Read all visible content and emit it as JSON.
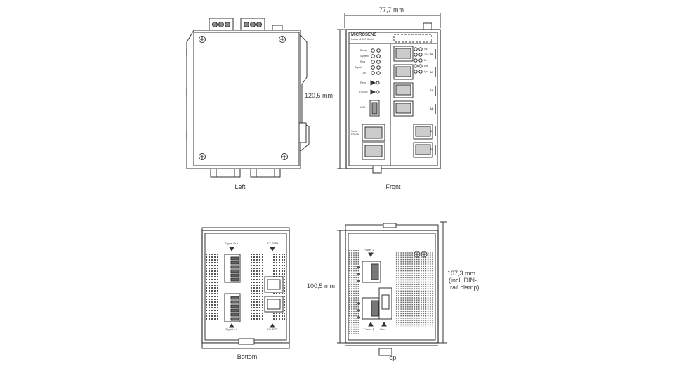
{
  "captions": {
    "left": "Left",
    "front": "Front",
    "bottom": "Bottom",
    "top": "Top"
  },
  "dimensions": {
    "front_width": "77,7 mm",
    "front_height": "120,5 mm",
    "top_depth": "100,5 mm",
    "top_depth_with_clamp_line1": "107,3 mm",
    "top_depth_with_clamp_line2": "(incl. DIN-",
    "top_depth_with_clamp_line3": "rail clamp)"
  },
  "front_panel": {
    "brand": "MICROSENS",
    "model": "Industrial 10G Switch",
    "leds_left": [
      "Power",
      "System",
      "Ring",
      "Signal",
      "Out"
    ],
    "leds_right": [
      "Ok",
      "10G",
      "Err",
      "Lnk",
      "Spd"
    ],
    "reset_label": "Reset",
    "factory_label": "Factory",
    "usb_label": "USB",
    "serial_label": "Serial RS-232",
    "port_labels": [
      "A1",
      "A2",
      "A3",
      "A4",
      "B1",
      "B2"
    ]
  },
  "bottom_panel": {
    "signal_out": "Signal Out",
    "signal_in": "Signal In",
    "sfp_top": "2/7 SFP+",
    "sfp_bottom": "2/8 SFP+"
  },
  "top_panel": {
    "power2": "Power 2",
    "power1": "Power 1",
    "gnd": "Gnd"
  }
}
